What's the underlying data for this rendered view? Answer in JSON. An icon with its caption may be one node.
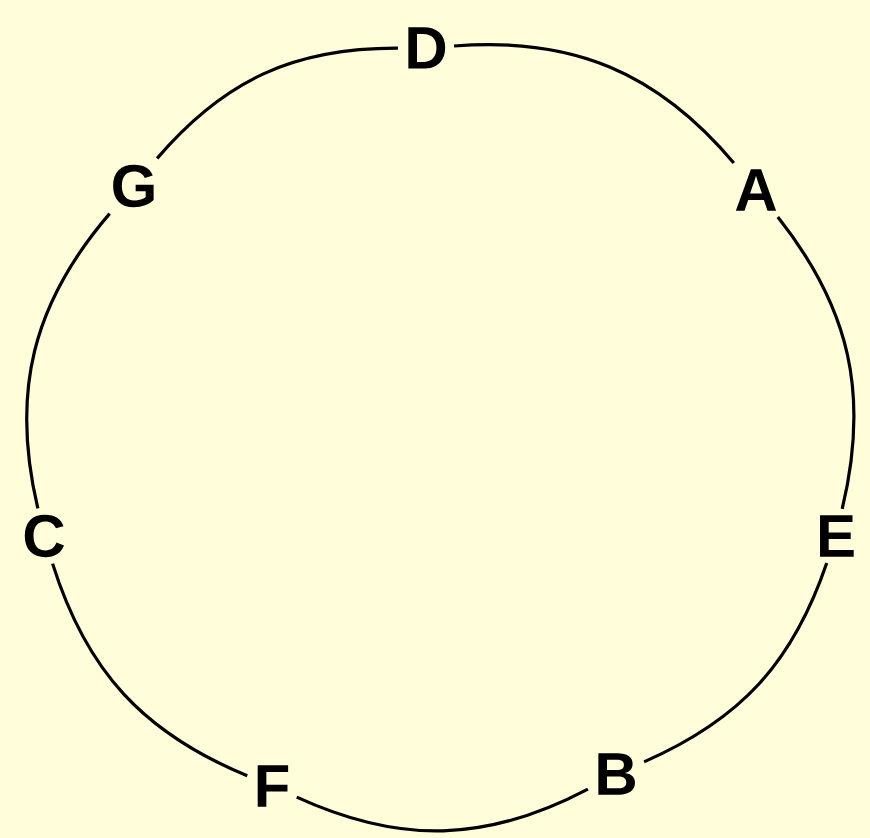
{
  "diagram": {
    "nodes": [
      {
        "text": [
          "D"
        ]
      },
      {
        "text": [
          "A"
        ]
      },
      {
        "text": [
          "E"
        ]
      },
      {
        "text": [
          "B"
        ]
      },
      {
        "text": [
          "F"
        ]
      },
      {
        "text": [
          "C"
        ]
      },
      {
        "text": [
          "G"
        ]
      }
    ],
    "edges": [
      {
        "from": 0,
        "to": 1,
        "arrow": "none"
      },
      {
        "from": 1,
        "to": 2,
        "arrow": "none"
      },
      {
        "from": 2,
        "to": 3,
        "arrow": "none"
      },
      {
        "from": 3,
        "to": 4,
        "arrow": "none"
      },
      {
        "from": 4,
        "to": 5,
        "arrow": "none"
      },
      {
        "from": 5,
        "to": 6,
        "arrow": "none"
      },
      {
        "from": 6,
        "to": 0,
        "arrow": "none"
      }
    ]
  }
}
